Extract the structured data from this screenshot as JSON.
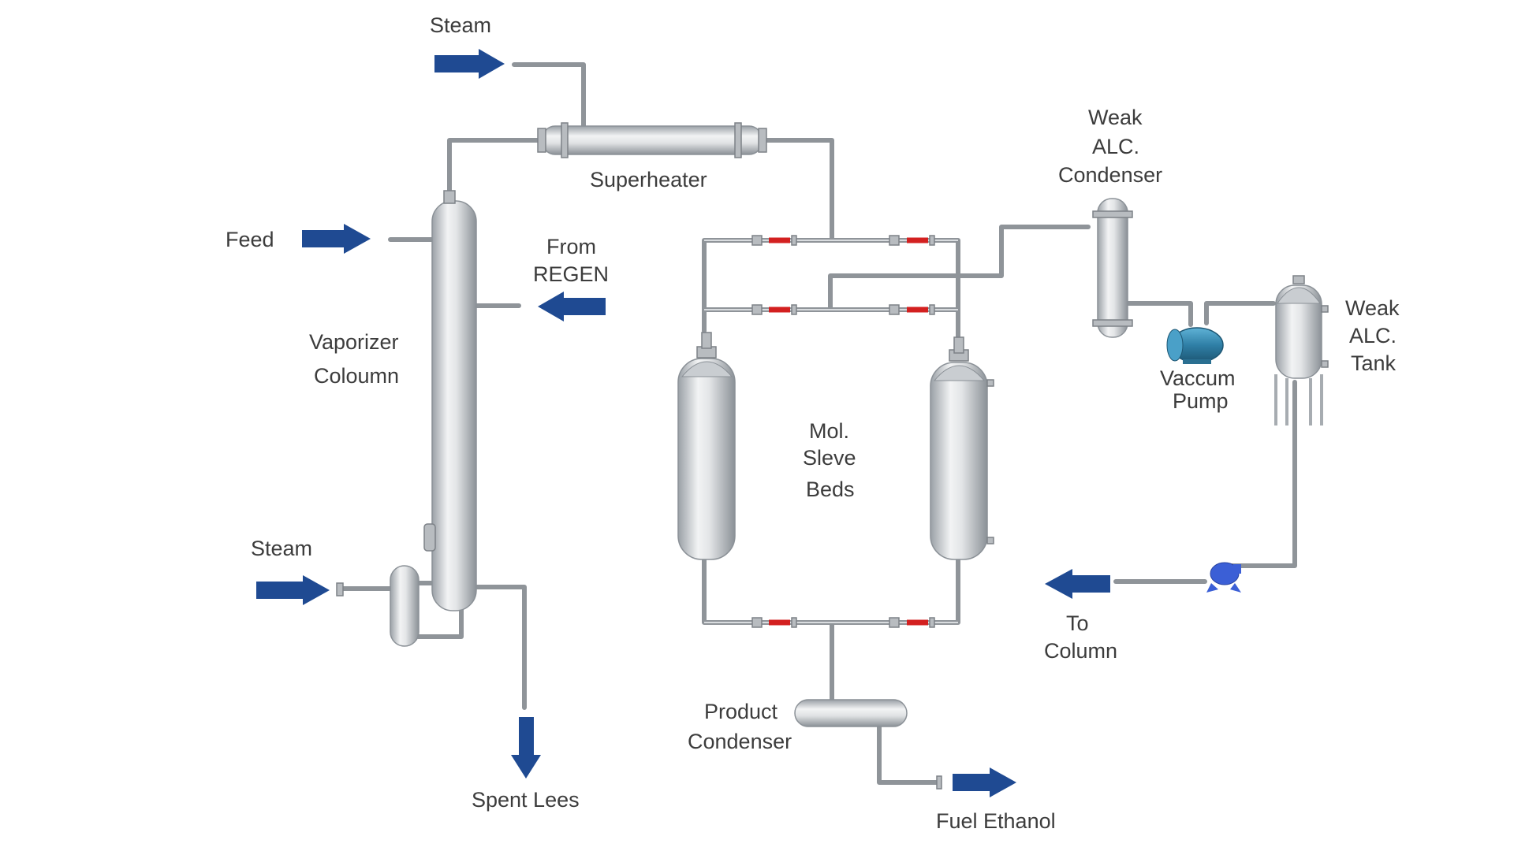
{
  "labels": {
    "steam_top": "Steam",
    "superheater": "Superheater",
    "feed": "Feed",
    "from_regen_1": "From",
    "from_regen_2": "REGEN",
    "vaporizer_1": "Vaporizer",
    "vaporizer_2": "Coloumn",
    "steam_bottom": "Steam",
    "spent_lees": "Spent Lees",
    "mol_sieve_1": "Mol.",
    "mol_sieve_2": "Sleve",
    "mol_sieve_3": "Beds",
    "product_condenser_1": "Product",
    "product_condenser_2": "Condenser",
    "fuel_ethanol": "Fuel  Ethanol",
    "weak_alc_condenser_1": "Weak",
    "weak_alc_condenser_2": "ALC.",
    "weak_alc_condenser_3": "Condenser",
    "vaccum_pump_1": "Vaccum",
    "vaccum_pump_2": "Pump",
    "weak_alc_tank_1": "Weak",
    "weak_alc_tank_2": "ALC.",
    "weak_alc_tank_3": "Tank",
    "to_column_1": "To",
    "to_column_2": "Column"
  },
  "colors": {
    "arrow": "#1f4a92",
    "pipe": "#8f9499",
    "vessel_mid": "#e9ebed",
    "vessel_edge": "#9aa0a6",
    "valve": "#d32020",
    "pump": "#2f7fa6",
    "small_pump": "#3b5fd6",
    "text": "#3c3c3c"
  },
  "icons": {
    "flow_arrow": "arrow-icon",
    "vacuum_pump": "pump-icon",
    "transfer_pump": "pump-icon",
    "valve": "valve-icon"
  }
}
